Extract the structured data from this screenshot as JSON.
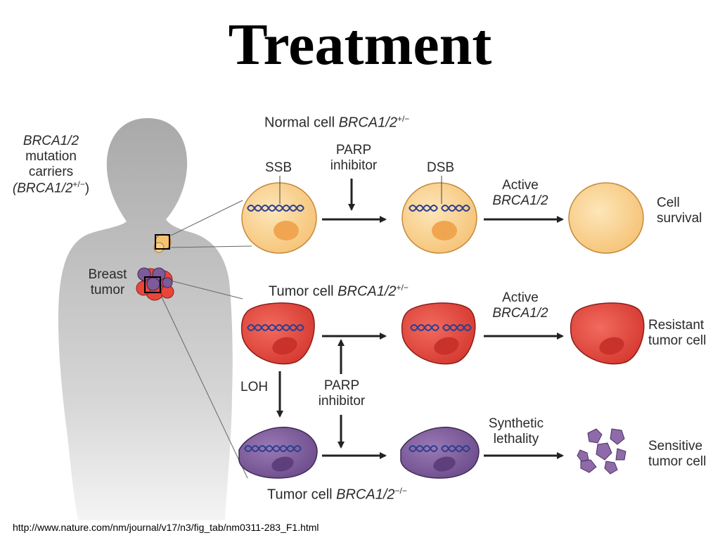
{
  "title": "Treatment",
  "carriers": {
    "line1": "BRCA1/2",
    "line2": "mutation",
    "line3": "carriers",
    "line4_pre": "(BRCA1/2",
    "line4_sup": "+/−",
    "line4_post": ")"
  },
  "breast_tumor": {
    "line1": "Breast",
    "line2": "tumor"
  },
  "normal_row": {
    "heading": "Normal cell ",
    "gene": "BRCA1/2",
    "sup": "+/−",
    "ssb": "SSB",
    "parp_line1": "PARP",
    "parp_line2": "inhibitor",
    "dsb": "DSB",
    "active_line1": "Active",
    "active_line2": "BRCA1/2",
    "outcome_line1": "Cell",
    "outcome_line2": "survival"
  },
  "tumor_het_row": {
    "heading": "Tumor cell ",
    "gene": "BRCA1/2",
    "sup": "+/−",
    "active_line1": "Active",
    "active_line2": "BRCA1/2",
    "outcome_line1": "Resistant",
    "outcome_line2": "tumor cell"
  },
  "loh": "LOH",
  "parp_mid": {
    "line1": "PARP",
    "line2": "inhibitor"
  },
  "tumor_null_row": {
    "heading": "Tumor cell ",
    "gene": "BRCA1/2",
    "sup": "−/−",
    "synthetic_line1": "Synthetic",
    "synthetic_line2": "lethality",
    "outcome_line1": "Sensitive",
    "outcome_line2": "tumor cell"
  },
  "source_url": "http://www.nature.com/nm/journal/v17/n3/fig_tab/nm0311-283_F1.html",
  "colors": {
    "normal_cell": "#f9d08c",
    "tumor_cell": "#e8463b",
    "null_cell": "#7d5a9a",
    "silhouette": "#bdbdbd"
  }
}
